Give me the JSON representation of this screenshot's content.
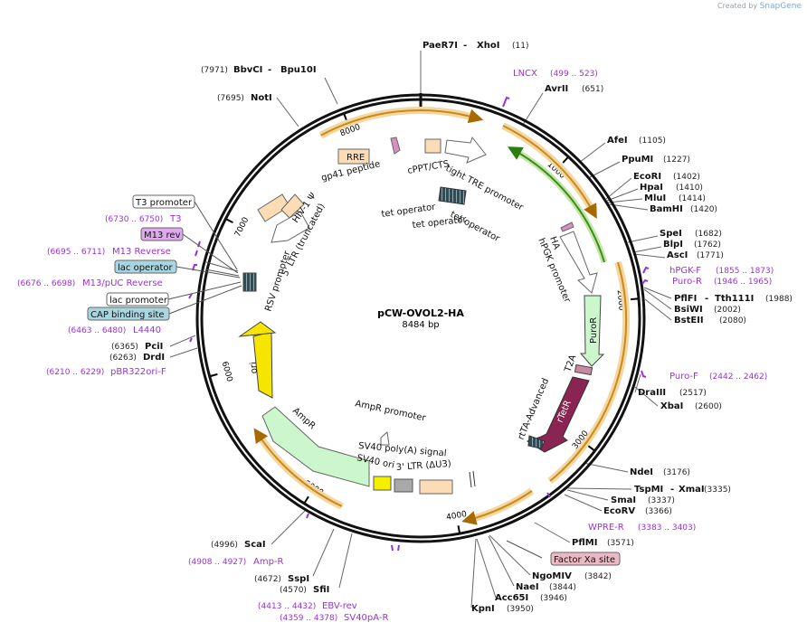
{
  "credit": {
    "prefix": "Created by",
    "brand": "SnapGene"
  },
  "plasmid": {
    "name": "pCW-OVOL2-HA",
    "size_label": "8484 bp",
    "length": 8484
  },
  "ticks": [
    {
      "pos": 1000,
      "label": "1000"
    },
    {
      "pos": 2000,
      "label": "2000"
    },
    {
      "pos": 3000,
      "label": "3000"
    },
    {
      "pos": 4000,
      "label": "4000"
    },
    {
      "pos": 5000,
      "label": "5000"
    },
    {
      "pos": 6000,
      "label": "6000"
    },
    {
      "pos": 7000,
      "label": "7000"
    },
    {
      "pos": 8000,
      "label": "8000"
    }
  ],
  "sites": [
    {
      "name": "PaeR7I",
      "name2": "XhoI",
      "pos": 11,
      "pos_label": "(11)",
      "line": [
        465,
        56,
        465,
        110
      ]
    },
    {
      "name": "AvrII",
      "pos": 651,
      "pos_label": "(651)",
      "line": [
        600,
        103,
        578,
        138
      ]
    },
    {
      "name": "AfeI",
      "pos": 1105,
      "pos_label": "(1105)",
      "line": [
        669,
        158,
        640,
        180
      ]
    },
    {
      "name": "PpuMI",
      "pos": 1227,
      "pos_label": "(1227)",
      "line": [
        685,
        179,
        652,
        196
      ]
    },
    {
      "name": "EcoRI",
      "pos": 1402,
      "pos_label": "(1402)",
      "line": [
        698,
        197,
        670,
        220
      ]
    },
    {
      "name": "HpaI",
      "pos": 1410,
      "pos_label": "(1410)",
      "line": [
        705,
        209,
        671,
        222
      ]
    },
    {
      "name": "MluI",
      "pos": 1414,
      "pos_label": "(1414)",
      "line": [
        710,
        220,
        672,
        224
      ]
    },
    {
      "name": "BamHI",
      "pos": 1420,
      "pos_label": "(1420)",
      "line": [
        716,
        232,
        673,
        226
      ]
    },
    {
      "name": "SpeI",
      "pos": 1682,
      "pos_label": "(1682)",
      "line": [
        727,
        261,
        694,
        268
      ]
    },
    {
      "name": "BlpI",
      "pos": 1762,
      "pos_label": "(1762)",
      "line": [
        731,
        273,
        700,
        279
      ]
    },
    {
      "name": "AscI",
      "pos": 1771,
      "pos_label": "(1771)",
      "line": [
        735,
        285,
        701,
        281
      ]
    },
    {
      "name": "PflFI",
      "name2": "Tth111I",
      "pos": 1988,
      "pos_label": "(1988)",
      "line": [
        742,
        330,
        712,
        318
      ]
    },
    {
      "name": "BsiWI",
      "pos": 2002,
      "pos_label": "(2002)",
      "line": [
        742,
        342,
        712,
        320
      ]
    },
    {
      "name": "BstEII",
      "pos": 2080,
      "pos_label": "(2080)",
      "line": [
        742,
        354,
        713,
        331
      ]
    },
    {
      "name": "DraIII",
      "pos": 2517,
      "pos_label": "(2517)",
      "line": [
        702,
        434,
        708,
        414
      ]
    },
    {
      "name": "XbaI",
      "pos": 2600,
      "pos_label": "(2600)",
      "line": [
        727,
        449,
        702,
        428
      ]
    },
    {
      "name": "NdeI",
      "pos": 3176,
      "pos_label": "(3176)",
      "line": [
        694,
        522,
        645,
        512
      ]
    },
    {
      "name": "TspMI",
      "name2": "XmaI",
      "pos": 3335,
      "pos_label": "(3335)",
      "line": [
        698,
        541,
        628,
        540
      ]
    },
    {
      "name": "SmaI",
      "pos": 3337,
      "pos_label": "(3337)",
      "line": [
        672,
        553,
        627,
        542
      ]
    },
    {
      "name": "EcoRV",
      "pos": 3366,
      "pos_label": "(3366)",
      "line": [
        665,
        565,
        624,
        547
      ]
    },
    {
      "name": "PflMI",
      "pos": 3571,
      "pos_label": "(3571)",
      "line": [
        630,
        600,
        591,
        578
      ]
    },
    {
      "name": "NgoMIV",
      "pos": 3842,
      "pos_label": "(3842)",
      "line": [
        586,
        636,
        541,
        592
      ]
    },
    {
      "name": "NaeI",
      "pos": 3844,
      "pos_label": "(3844)",
      "line": [
        568,
        648,
        540,
        593
      ]
    },
    {
      "name": "Acc65I",
      "pos": 3946,
      "pos_label": "(3946)",
      "line": [
        548,
        661,
        527,
        596
      ]
    },
    {
      "name": "KpnI",
      "pos": 3950,
      "pos_label": "(3950)",
      "line": [
        521,
        672,
        526,
        596
      ]
    },
    {
      "name": "SfiI",
      "pos": 4570,
      "pos_label": "(4570)",
      "line": [
        375,
        650,
        389,
        590
      ]
    },
    {
      "name": "SspI",
      "pos": 4672,
      "pos_label": "(4672)",
      "line": [
        346,
        637,
        369,
        585
      ]
    },
    {
      "name": "ScaI",
      "pos": 4996,
      "pos_label": "(4996)",
      "line": [
        300,
        602,
        337,
        565
      ]
    },
    {
      "name": "DrdI",
      "pos": 6263,
      "pos_label": "(6263)",
      "line": [
        188,
        395,
        218,
        385
      ]
    },
    {
      "name": "PciI",
      "pos": 6365,
      "pos_label": "(6365)",
      "line": [
        188,
        383,
        216,
        371
      ]
    },
    {
      "name": "NotI",
      "pos": 7695,
      "pos_label": "(7695)",
      "line": [
        306,
        108,
        330,
        140
      ]
    },
    {
      "name": "BbvCI",
      "name2": "Bpu10I",
      "pos": 7971,
      "pos_label": "(7971)",
      "line": [
        359,
        86,
        373,
        115
      ]
    }
  ],
  "primers": [
    {
      "name": "LNCX",
      "range": "(499 .. 523)"
    },
    {
      "name": "hPGK-F",
      "range": "(1855 .. 1873)"
    },
    {
      "name": "Puro-R",
      "range": "(1946 .. 1965)"
    },
    {
      "name": "Puro-F",
      "range": "(2442 .. 2462)"
    },
    {
      "name": "WPRE-R",
      "range": "(3383 .. 3403)"
    },
    {
      "name": "Amp-R",
      "range": "(4908 .. 4927)"
    },
    {
      "name": "EBV-rev",
      "range": "(4413 .. 4432)"
    },
    {
      "name": "SV40pA-R",
      "range": "(4359 .. 4378)"
    },
    {
      "name": "pBR322ori-F",
      "range": "(6210 .. 6229)"
    },
    {
      "name": "L4440",
      "range": "(6463 .. 6480)"
    },
    {
      "name": "M13/pUC Reverse",
      "range": "(6676 .. 6698)"
    },
    {
      "name": "M13 Reverse",
      "range": "(6695 .. 6711)"
    },
    {
      "name": "T3",
      "range": "(6730 .. 6750)"
    }
  ],
  "boxed_features": [
    {
      "name": "T3 promoter",
      "fill": "#ffffff"
    },
    {
      "name": "M13 rev",
      "fill": "#e0a8f0"
    },
    {
      "name": "lac operator",
      "fill": "#a8d6e0"
    },
    {
      "name": "lac promoter",
      "fill": "#ffffff"
    },
    {
      "name": "CAP binding site",
      "fill": "#a8d6e0"
    },
    {
      "name": "Factor Xa site",
      "fill": "#ebb9c4"
    }
  ],
  "inner_labels": [
    "RRE",
    "gp41 peptide",
    "cPPT/CTS",
    "tight TRE promoter",
    "tet operator",
    "tet operator",
    "tet operator",
    "HIV-1 Ψ",
    "5' LTR (truncated)",
    "RSV promoter",
    "HA",
    "hPGK promoter",
    "PuroR",
    "T2A",
    "rtTA-Advanced",
    "rTetR",
    "ori",
    "AmpR",
    "AmpR promoter",
    "SV40 poly(A) signal",
    "SV40 ori",
    "3' LTR (ΔU3)"
  ],
  "colors": {
    "backbone": "#111111",
    "orange_arc": "#c98a1a",
    "green_arc": "#3c8c1c",
    "primer": "#9b30d9",
    "ori": "#f5e500",
    "ampr": "#ccf7cc",
    "rtetr": "#8a2452",
    "ltr": "#fcdcb4",
    "puror": "#ccf7cc"
  }
}
